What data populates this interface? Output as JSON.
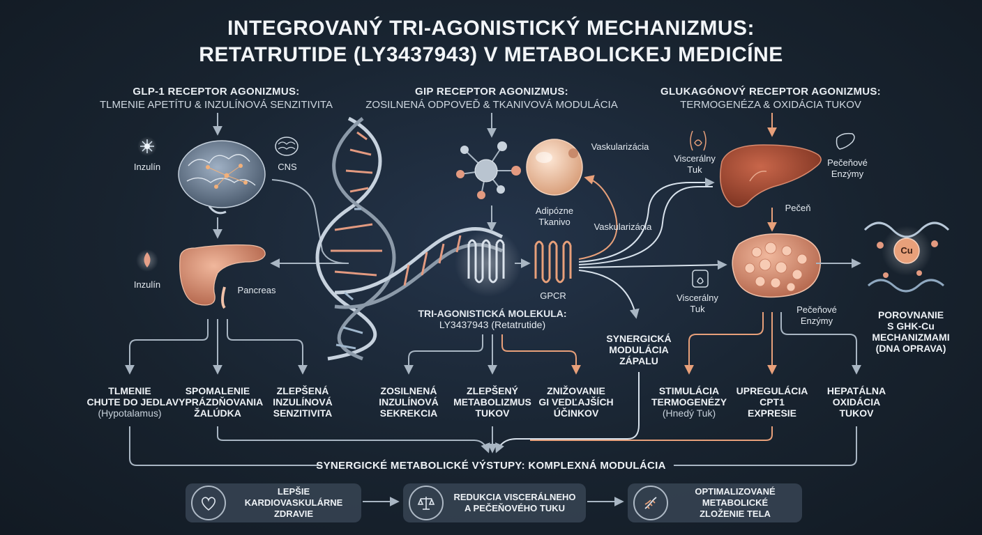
{
  "title": {
    "line1": "INTEGROVANÝ TRI-AGONISTICKÝ MECHANIZMUS:",
    "line2": "RETATRUTIDE (LY3437943) V METABOLICKEJ MEDICÍNE"
  },
  "columns": {
    "glp1": {
      "heading": "GLP-1 RECEPTOR AGONIZMUS:",
      "subheading": "TLMENIE APETÍTU & INZULÍNOVÁ SENZITIVITA"
    },
    "gip": {
      "heading": "GIP RECEPTOR AGONIZMUS:",
      "subheading": "ZOSILNENÁ ODPOVEĎ & TKANIVOVÁ MODULÁCIA"
    },
    "glucagon": {
      "heading": "GLUKAGÓNOVÝ RECEPTOR AGONIZMUS:",
      "subheading": "TERMOGENÉZA & OXIDÁCIA TUKOV"
    }
  },
  "labels": {
    "inzulin_top": "Inzulín",
    "cns": "CNS",
    "inzulin_bottom": "Inzulín",
    "pancreas": "Pancreas",
    "vaskularizacia_top": "Vaskularizácia",
    "adipozne_1": "Adipózne",
    "adipozne_2": "Tkanivo",
    "vaskularizacia_mid": "Vaskularizácia",
    "gpcr": "GPCR",
    "molecule_1": "TRI-AGONISTICKÁ MOLEKULA:",
    "molecule_2": "LY3437943 (Retatrutide)",
    "visceralny_top_1": "Viscerálny",
    "visceralny_top_2": "Tuk",
    "pecenove_top_1": "Pečeňové",
    "pecenove_top_2": "Enzýmy",
    "pecen": "Pečeň",
    "visceralny_bot_1": "Viscerálny",
    "visceralny_bot_2": "Tuk",
    "pecenove_bot_1": "Pečeňové",
    "pecenove_bot_2": "Enzýmy",
    "cu": "Cu",
    "synergicka_1": "SYNERGICKÁ",
    "synergicka_2": "MODULÁCIA",
    "synergicka_3": "ZÁPALU",
    "ghk_1": "POROVNANIE",
    "ghk_2": "S GHK-Cu",
    "ghk_3": "MECHANIZMAMI",
    "ghk_4": "(DNA OPRAVA)"
  },
  "outcomes": {
    "o1": {
      "l1": "TLMENIE",
      "l2": "CHUTE DO JEDLA",
      "sub": "(Hypotalamus)"
    },
    "o2": {
      "l1": "SPOMALENIE",
      "l2": "VYPRÁZDŇOVANIA",
      "l3": "ŽALÚDKA"
    },
    "o3": {
      "l1": "ZLEPŠENÁ",
      "l2": "INZULÍNOVÁ",
      "l3": "SENZITIVITA"
    },
    "o4": {
      "l1": "ZOSILNENÁ",
      "l2": "INZULÍNOVÁ",
      "l3": "SEKREKCIA"
    },
    "o5": {
      "l1": "ZLEPŠENÝ",
      "l2": "METABOLIZMUS",
      "l3": "TUKOV"
    },
    "o6": {
      "l1": "ZNIŽOVANIE",
      "l2": "GI VEDĽAJŠÍCH",
      "l3": "ÚČINKOV"
    },
    "o7": {
      "l1": "STIMULÁCIA",
      "l2": "TERMOGENÉZY",
      "sub": "(Hnedý Tuk)"
    },
    "o8": {
      "l1": "UPREGULÁCIA",
      "l2": "CPT1",
      "l3": "EXPRESIE"
    },
    "o9": {
      "l1": "HEPATÁLNA",
      "l2": "OXIDÁCIA",
      "l3": "TUKOV"
    }
  },
  "summary_bar": "SYNERGICKÉ METABOLICKÉ VÝSTUPY: KOMPLEXNÁ MODULÁCIA",
  "bottom_boxes": [
    {
      "l1": "LEPŠIE",
      "l2": "KARDIOVASKULÁRNE",
      "l3": "ZDRAVIE",
      "icon": "heart-icon"
    },
    {
      "l1": "REDUKCIA VISCERÁLNEHO",
      "l2": "A PEČEŇOVÉHO TUKU",
      "l3": "",
      "icon": "scale-icon"
    },
    {
      "l1": "OPTIMALIZOVANÉ",
      "l2": "METABOLICKÉ",
      "l3": "ZLOŽENIE TELA",
      "icon": "dna-icon"
    }
  ],
  "colors": {
    "accent_orange": "#e8a07a",
    "arrow_gray": "#a9b6c3",
    "organ_pink": "#d98a6e",
    "liver_brown": "#9c4a34"
  }
}
